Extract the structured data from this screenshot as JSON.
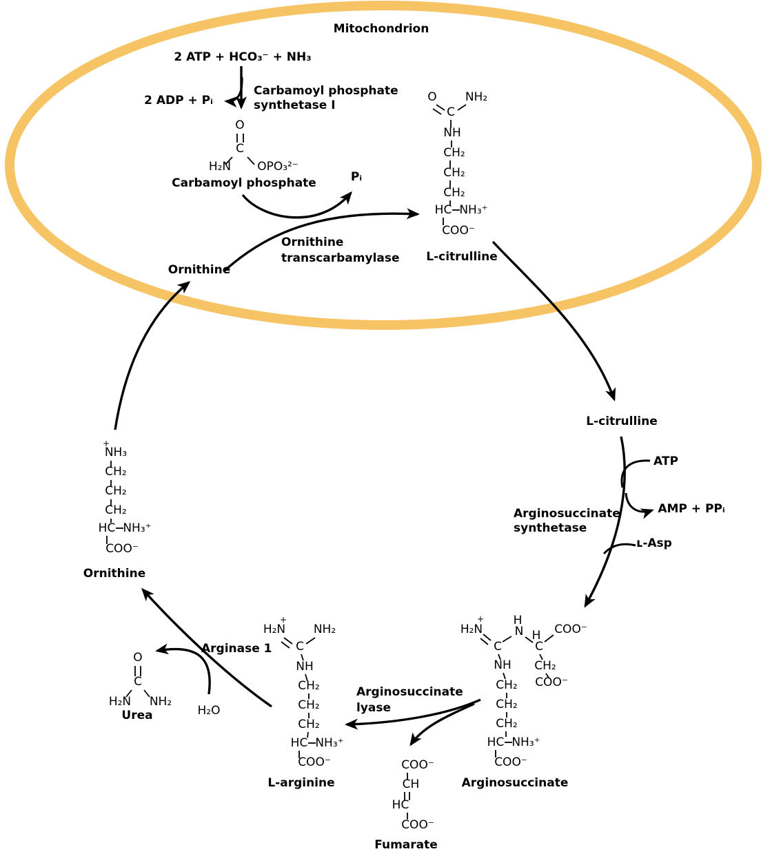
{
  "membrane": {
    "label": "Mitochondrion",
    "color": "#F6C464"
  },
  "cps1": {
    "substrates": "2 ATP + HCO₃⁻ + NH₃",
    "byproduct": "2 ADP + Pᵢ",
    "enzyme_line1": "Carbamoyl phosphate",
    "enzyme_line2": "synthetase I"
  },
  "otc": {
    "enzyme_line1": "Ornithine",
    "enzyme_line2": "transcarbamylase",
    "byproduct": "Pᵢ",
    "substrate_label": "Ornithine"
  },
  "citrulline_exported_label": "L-citrulline",
  "ass": {
    "enzyme_line1": "Arginosuccinate",
    "enzyme_line2": "synthetase",
    "cofactor_in": "ATP",
    "cofactor_out": "AMP + PPᵢ",
    "cosubstrate": "ʟ-Asp"
  },
  "asl": {
    "enzyme_line1": "Arginosuccinate",
    "enzyme_line2": "lyase"
  },
  "arg1": {
    "enzyme": "Arginase 1",
    "cosubstrate": "H₂O"
  },
  "molecules": {
    "carbamoyl_phosphate": {
      "label": "Carbamoyl phosphate",
      "atoms": [
        "O",
        "C",
        "H₂N",
        "OPO₃²⁻"
      ]
    },
    "citrulline_top": {
      "label": "L-citrulline",
      "atoms": [
        "O",
        "NH₂",
        "C",
        "NH",
        "CH₂",
        "CH₂",
        "CH₂",
        "HC",
        "NH₃⁺",
        "COO⁻"
      ]
    },
    "ornithine": {
      "label": "Ornithine",
      "atoms": [
        "+",
        "NH₃",
        "CH₂",
        "CH₂",
        "CH₂",
        "HC",
        "NH₃⁺",
        "COO⁻"
      ]
    },
    "arginosuccinate": {
      "label": "Arginosuccinate",
      "atoms": [
        "H₂N",
        "+",
        "C",
        "H",
        "N",
        "H",
        "C",
        "COO⁻",
        "NH",
        "CH₂",
        "COO⁻",
        "CH₂",
        "CH₂",
        "CH₂",
        "HC",
        "NH₃⁺",
        "COO⁻"
      ]
    },
    "arginine": {
      "label": "L-arginine",
      "atoms": [
        "H₂N",
        "+",
        "C",
        "NH₂",
        "NH",
        "CH₂",
        "CH₂",
        "CH₂",
        "HC",
        "NH₃⁺",
        "COO⁻"
      ]
    },
    "fumarate": {
      "label": "Fumarate",
      "atoms": [
        "COO⁻",
        "CH",
        "HC",
        "COO⁻"
      ]
    },
    "urea": {
      "label": "Urea",
      "atoms": [
        "O",
        "C",
        "H₂N",
        "NH₂"
      ]
    }
  }
}
